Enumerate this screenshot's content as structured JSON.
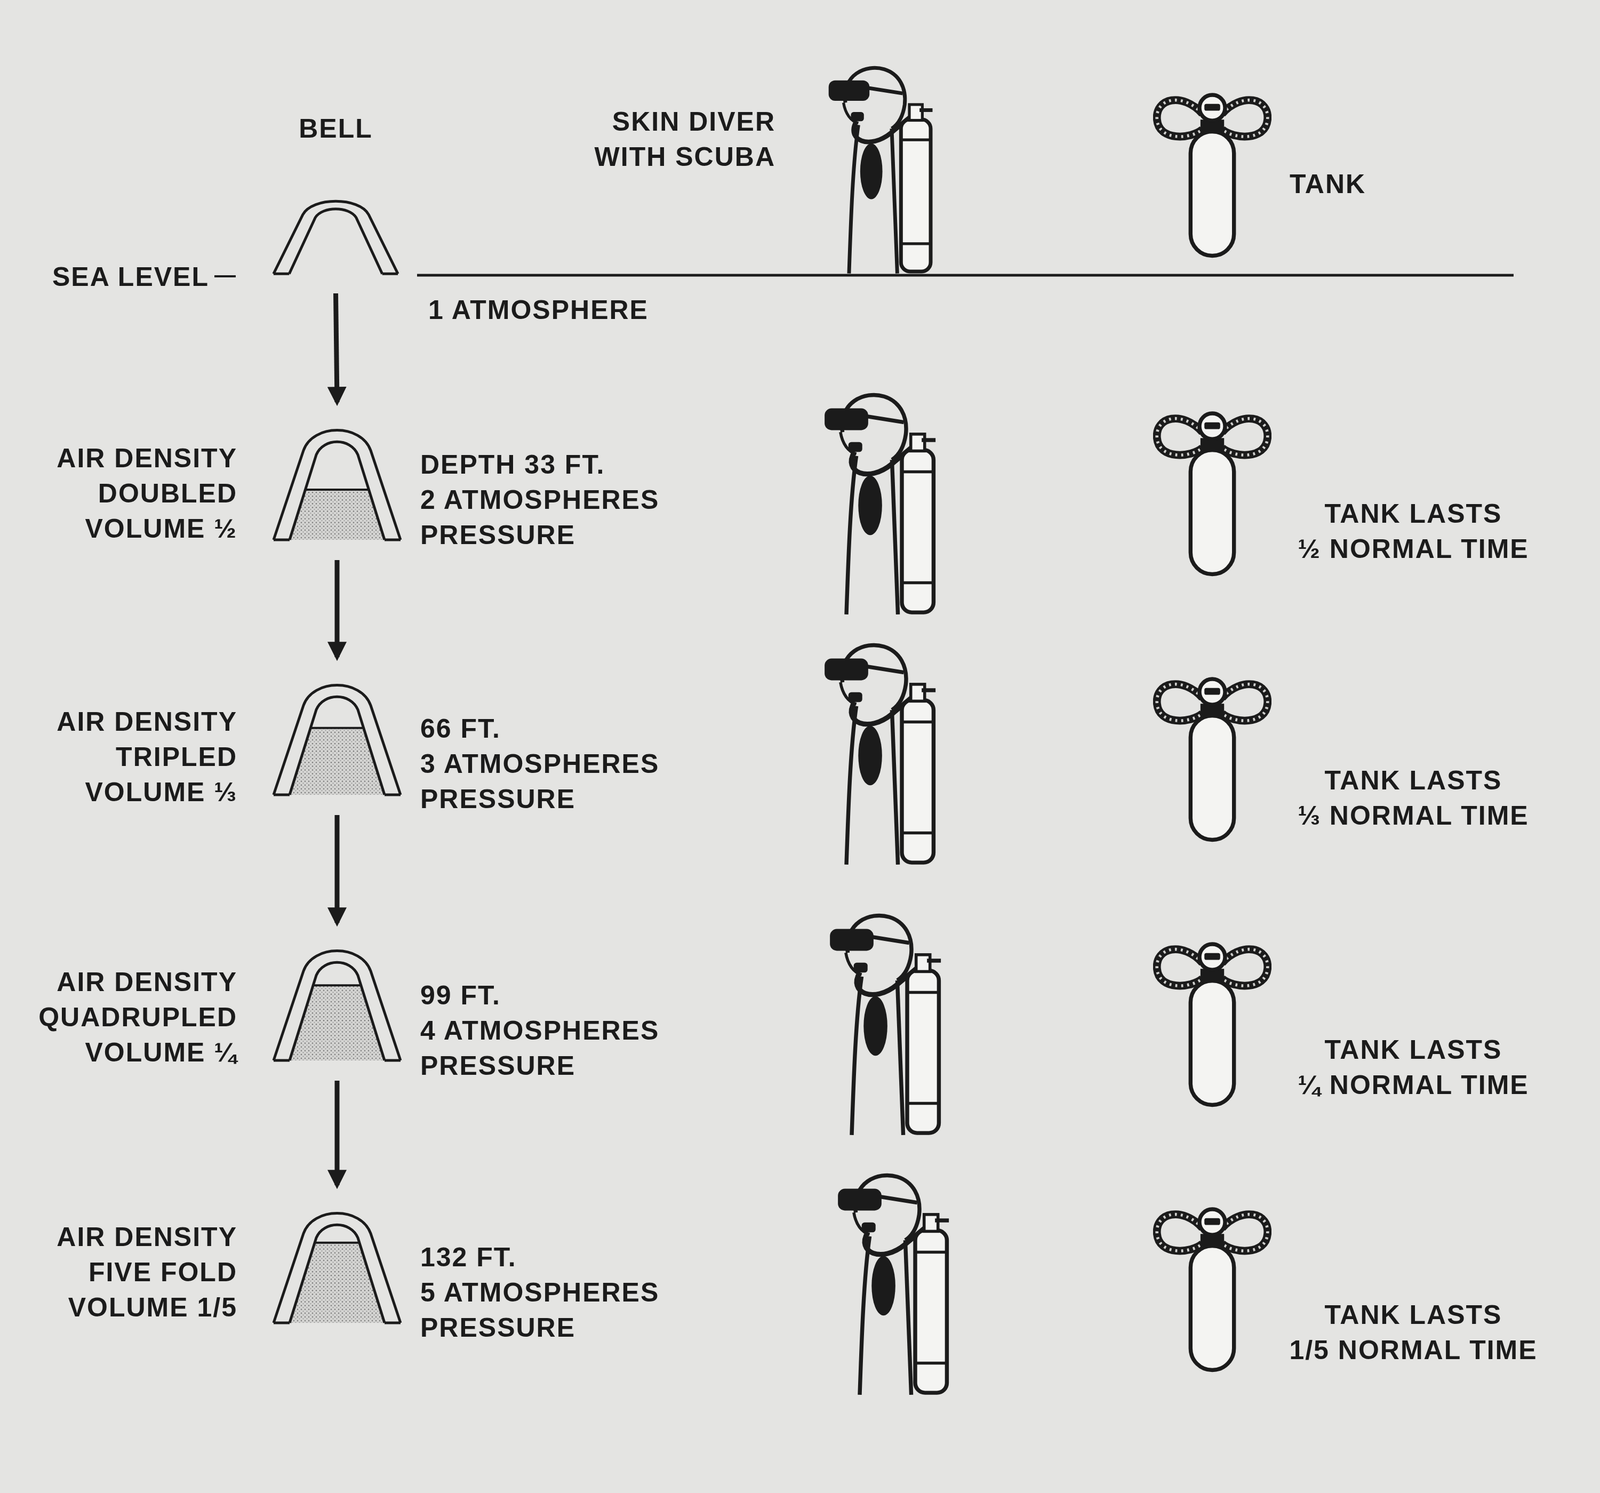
{
  "diagram": {
    "nodes": [
      {
        "text": [
          "BELL"
        ]
      },
      {
        "text": [
          "AIR DENSITY DOUBLED VOLUME ½",
          "DEPTH 33 FT. 2 ATMOSPHERES PRESSURE"
        ]
      },
      {
        "text": [
          "AIR DENSITY TRIPLED VOLUME ⅓",
          "66 FT. 3 ATMOSPHERES PRESSURE"
        ]
      },
      {
        "text": [
          "AIR DENSITY QUADRUPLED VOLUME ¼",
          "99 FT. 4 ATMOSPHERES PRESSURE"
        ]
      },
      {
        "text": [
          "AIR DENSITY FIVE FOLD VOLUME 1/5",
          "132 FT. 5 ATMOSPHERES PRESSURE"
        ]
      }
    ],
    "edges": [
      {
        "from": 0,
        "to": 1,
        "arrow": "to"
      },
      {
        "from": 1,
        "to": 2,
        "arrow": "to"
      },
      {
        "from": 2,
        "to": 3,
        "arrow": "to"
      },
      {
        "from": 3,
        "to": 4,
        "arrow": "to"
      }
    ],
    "labels": [
      "SKIN DIVER WITH SCUBA",
      "TANK",
      "SEA LEVEL",
      "1 ATMOSPHERE",
      "TANK LASTS ½ NORMAL TIME",
      "TANK LASTS ⅓ NORMAL TIME",
      "TANK LASTS ¼ NORMAL TIME",
      "TANK LASTS 1/5 NORMAL TIME"
    ]
  }
}
